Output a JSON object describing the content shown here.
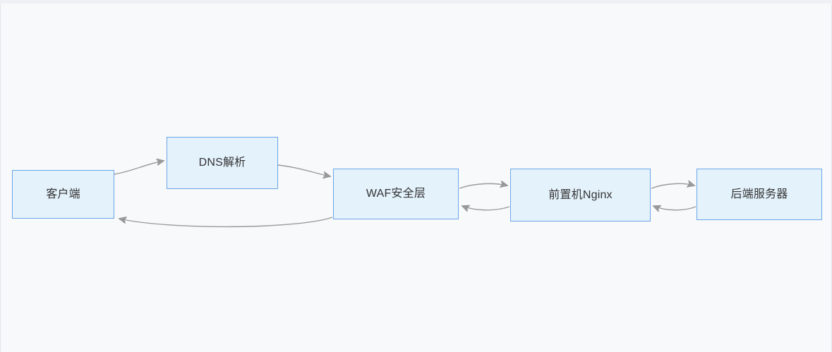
{
  "diagram": {
    "type": "flowchart",
    "orientation": "left-to-right",
    "background_color": "#f7f9fb",
    "node_fill_color": "#e4f2fc",
    "node_border_color": "#6ba5e7",
    "edge_color": "#999999",
    "text_color": "#333333",
    "nodes": [
      {
        "id": "client",
        "label": "客户端"
      },
      {
        "id": "dns",
        "label": "DNS解析"
      },
      {
        "id": "waf",
        "label": "WAF安全层"
      },
      {
        "id": "nginx",
        "label": "前置机Nginx"
      },
      {
        "id": "backend",
        "label": "后端服务器"
      }
    ],
    "edges": [
      {
        "id": "client-to-dns",
        "from": "client",
        "to": "dns",
        "label": "",
        "direction": "forward"
      },
      {
        "id": "dns-to-waf",
        "from": "dns",
        "to": "waf",
        "label": "",
        "direction": "forward"
      },
      {
        "id": "waf-to-nginx",
        "from": "waf",
        "to": "nginx",
        "label": "",
        "direction": "forward"
      },
      {
        "id": "nginx-to-waf",
        "from": "nginx",
        "to": "waf",
        "label": "",
        "direction": "backward"
      },
      {
        "id": "nginx-to-backend",
        "from": "nginx",
        "to": "backend",
        "label": "",
        "direction": "forward"
      },
      {
        "id": "backend-to-nginx",
        "from": "backend",
        "to": "nginx",
        "label": "",
        "direction": "backward"
      },
      {
        "id": "waf-to-client",
        "from": "waf",
        "to": "client",
        "label": "",
        "direction": "backward"
      }
    ]
  }
}
